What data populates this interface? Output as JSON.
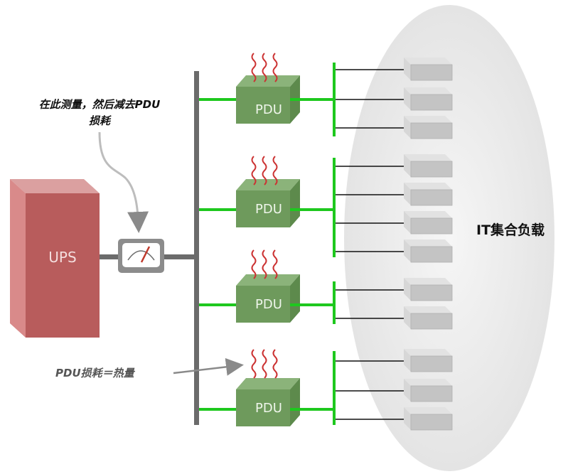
{
  "ups_label": "UPS",
  "pdu_label": "PDU",
  "annotation_measure_line1": "在此测量，然后减去PDU",
  "annotation_measure_line2": "损耗",
  "annotation_heat": "PDU损耗＝热量",
  "it_load_label": "IT集合负载",
  "colors": {
    "ups_front": "#b85c5c",
    "ups_top": "#dba0a0",
    "ups_side": "#d98a8a",
    "pdu_front": "#6e9a5c",
    "pdu_top": "#8bb37a",
    "bus": "#6b6b6b",
    "feed": "#1ec81e",
    "server": "#c8c8c8",
    "heat": "#cc3333",
    "ellipse": "#ececec"
  }
}
